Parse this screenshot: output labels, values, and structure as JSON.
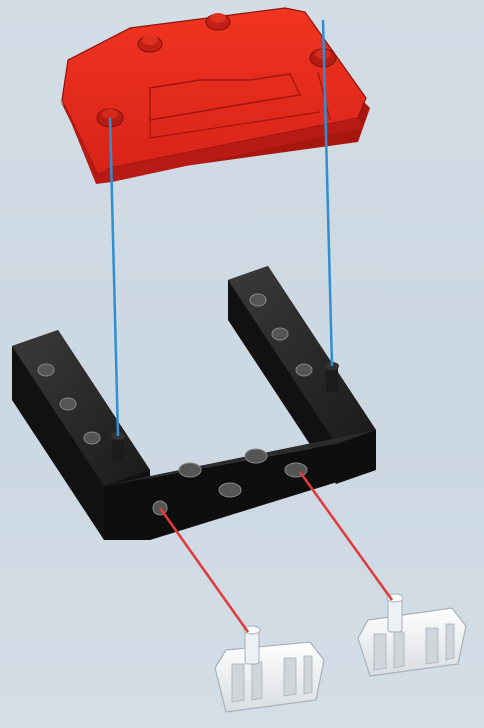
{
  "diagram": {
    "background_color": "#cfdae3",
    "parts": [
      {
        "name": "red-panel-plate",
        "color": "#e0261c"
      },
      {
        "name": "black-frame-beam",
        "color": "#151515"
      },
      {
        "name": "clear-connector-left",
        "color": "#e6e9ec"
      },
      {
        "name": "clear-connector-right",
        "color": "#e6e9ec"
      }
    ],
    "guide_lines": [
      {
        "name": "panel-to-frame-left",
        "color": "#2f8fd0"
      },
      {
        "name": "panel-to-frame-right",
        "color": "#2f8fd0"
      },
      {
        "name": "frame-to-connector-left",
        "color": "#e03a3a"
      },
      {
        "name": "frame-to-connector-right",
        "color": "#e03a3a"
      }
    ]
  }
}
